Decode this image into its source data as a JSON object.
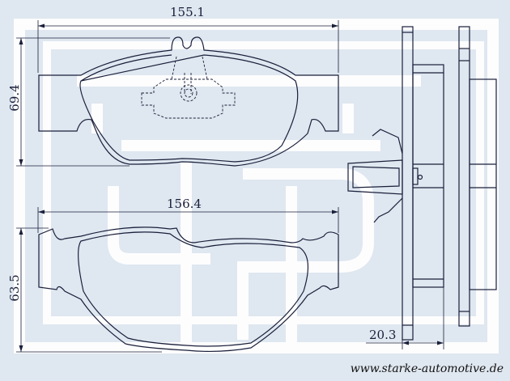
{
  "dimensions": {
    "top_pad_width": "155.1",
    "top_pad_height": "69.4",
    "bottom_pad_width": "156.4",
    "bottom_pad_height": "63.5",
    "thickness": "20.3"
  },
  "footer": {
    "url": "www.starke-automotive.de"
  },
  "colors": {
    "background": "#dfe7f0",
    "watermark": "#ffffff",
    "line": "#1a1f3a"
  }
}
